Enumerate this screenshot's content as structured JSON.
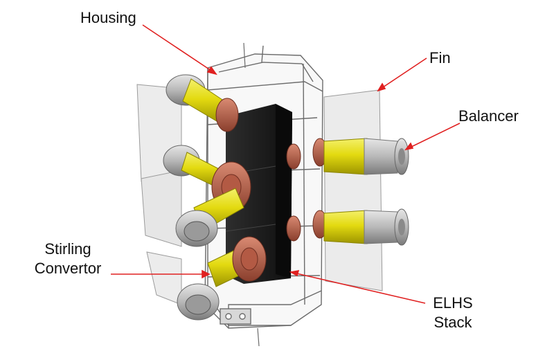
{
  "labels": {
    "housing": "Housing",
    "fin": "Fin",
    "balancer": "Balancer",
    "stirling_line1": "Stirling",
    "stirling_line2": "Convertor",
    "elhs_line1": "ELHS",
    "elhs_line2": "Stack"
  },
  "colors": {
    "leader": "#e02020",
    "housing_edge": "#6b6b6b",
    "fin_fill": "#e9e9e9",
    "stack": "#1c1c1c",
    "convertor_body": "#e8e000",
    "flange": "#b8604a",
    "balancer": "#bdbdbd",
    "label_text": "#111111"
  }
}
